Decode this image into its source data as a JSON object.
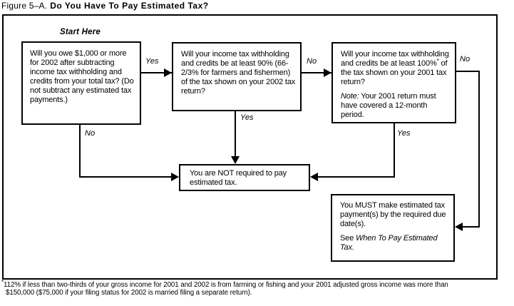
{
  "figure": {
    "label": "Figure 5–A.",
    "title": "Do You Have To Pay Estimated Tax?"
  },
  "flowchart": {
    "start_label": "Start Here",
    "q1": {
      "text": "Will you owe $1,000 or more for 2002 after subtracting income tax withholding and credits from your total tax? (Do not subtract any estimated tax payments.)"
    },
    "q2": {
      "text": "Will your income tax withholding and credits be at least 90% (66-2/3% for farmers and fishermen) of the tax shown on your 2002 tax return?"
    },
    "q3": {
      "text_before_sup": "Will your income tax withholding and credits be at least 100%",
      "sup": "*",
      "text_after_sup": " of the tax shown on your 2001 tax return?",
      "note_label": "Note:",
      "note_text": " Your 2001 return must have covered a 12-month period."
    },
    "not_required": {
      "text": "You are NOT required to pay estimated tax."
    },
    "must_pay": {
      "text": "You MUST make estimated tax payment(s) by the required due date(s).",
      "see_prefix": "See ",
      "see_reference": "When To Pay Estimated Tax."
    },
    "connectors": {
      "q1_yes": "Yes",
      "q1_no": "No",
      "q2_yes": "Yes",
      "q2_no": "No",
      "q3_yes": "Yes",
      "q3_no": "No"
    }
  },
  "footnote": {
    "sup": "*",
    "line1": "112% if less than two-thirds of your gross income for 2001 and 2002 is from farming or fishing and your 2001 adjusted gross income was more than",
    "line2": "$150,000 ($75,000 if your filing status for 2002 is married filing a separate return)."
  },
  "colors": {
    "ink": "#000000",
    "background": "#ffffff"
  }
}
